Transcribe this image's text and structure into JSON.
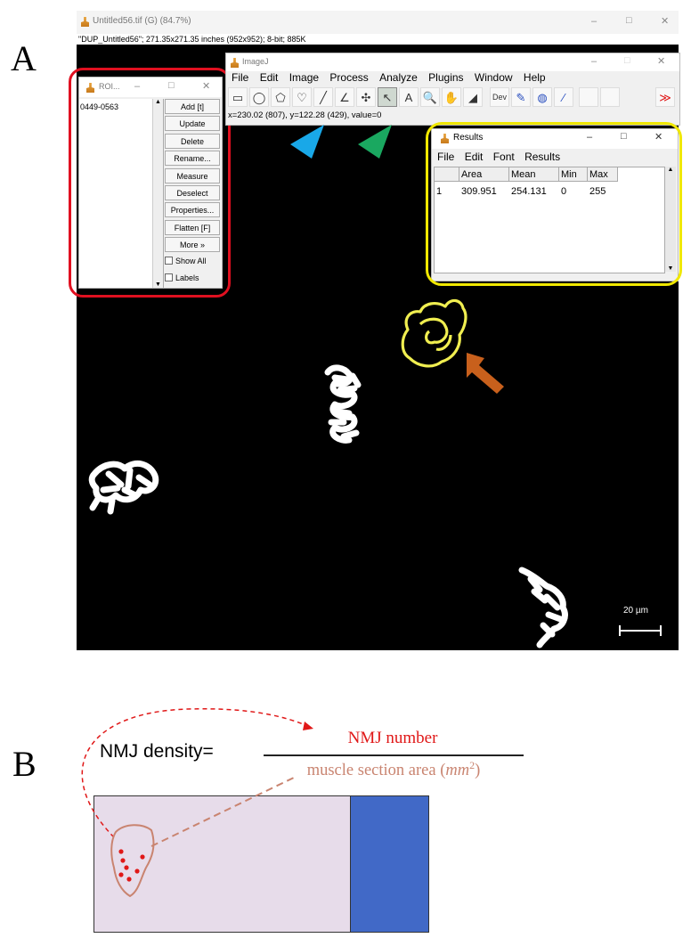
{
  "panel_labels": {
    "a": "A",
    "b": "B"
  },
  "main_window": {
    "title": "Untitled56.tif (G) (84.7%)",
    "info": "\"DUP_Untitled56\"; 271.35x271.35 inches (952x952); 8-bit; 885K",
    "controls": {
      "minimize": "–",
      "maximize": "□",
      "close": "✕"
    }
  },
  "roi_manager": {
    "title": "ROI...",
    "controls": {
      "minimize": "–",
      "maximize": "□",
      "close": "✕"
    },
    "list_items": [
      "0449-0563"
    ],
    "buttons": [
      "Add [t]",
      "Update",
      "Delete",
      "Rename...",
      "Measure",
      "Deselect",
      "Properties...",
      "Flatten [F]",
      "More »"
    ],
    "checkboxes": [
      "Show All",
      "Labels"
    ]
  },
  "imagej_window": {
    "title": "ImageJ",
    "controls": {
      "minimize": "–",
      "maximize": "□",
      "close": "✕"
    },
    "menu": [
      "File",
      "Edit",
      "Image",
      "Process",
      "Analyze",
      "Plugins",
      "Window",
      "Help"
    ],
    "tools": [
      "▭",
      "◯",
      "⬠",
      "♡",
      "╱",
      "∠",
      "✣",
      "↖",
      "A",
      "🔍",
      "✋",
      "◢",
      "Dev",
      "✎",
      "◍",
      "⁄",
      "",
      "",
      "≫"
    ],
    "status": "x=230.02 (807), y=122.28 (429), value=0"
  },
  "results_window": {
    "title": "Results",
    "controls": {
      "minimize": "–",
      "maximize": "□",
      "close": "✕"
    },
    "menu": [
      "File",
      "Edit",
      "Font",
      "Results"
    ],
    "columns": [
      "",
      "Area",
      "Mean",
      "Min",
      "Max"
    ],
    "rows": [
      [
        "1",
        "309.951",
        "254.131",
        "0",
        "255"
      ]
    ]
  },
  "scale_bar": {
    "label": "20 µm"
  },
  "colors": {
    "roi_highlight": "#e01020",
    "results_highlight": "#f0e800",
    "line_tool_arrow": "#19a8e8",
    "wand_tool_arrow": "#1aa860",
    "selection_arrow": "#c8601c",
    "roi_outline": "#f0ee50",
    "nmj_number": "#e01818",
    "muscle_area": "#c98470",
    "muscle_section": "#e7dcea",
    "adjacent_region": "#4169c7"
  },
  "formula": {
    "left": "NMJ density=",
    "numerator": "NMJ number",
    "denominator_text": "muscle section area (",
    "denominator_unit": "mm",
    "denominator_exp": "2",
    "denominator_close": ")"
  }
}
